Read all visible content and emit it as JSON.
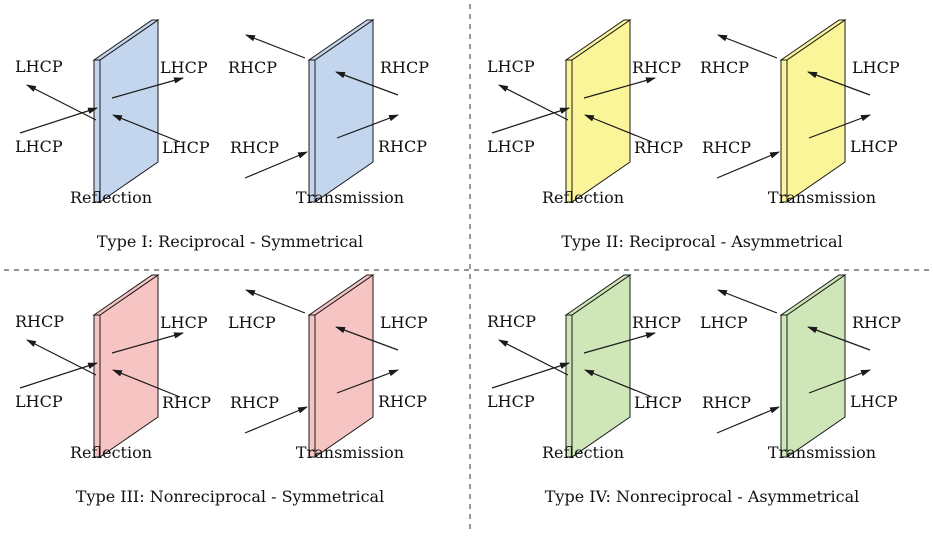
{
  "colors": {
    "blue": "#c4d6ee",
    "yellow": "#fbf59a",
    "red": "#f7c4c4",
    "green": "#cfe6b9",
    "stroke": "#1a1a1a",
    "divider": "#555555"
  },
  "quadrants": [
    {
      "caption": "Type I: Reciprocal - Symmetrical",
      "fill": "blue",
      "reflection": {
        "label": "Reflection",
        "top_left": "LHCP",
        "top_right": "LHCP",
        "bottom_left": "LHCP",
        "bottom_right": "LHCP"
      },
      "transmission": {
        "label": "Transmission",
        "top_left": "RHCP",
        "top_right": "RHCP",
        "bottom_left": "RHCP",
        "bottom_right": "RHCP"
      }
    },
    {
      "caption": "Type II: Reciprocal - Asymmetrical",
      "fill": "yellow",
      "reflection": {
        "label": "Reflection",
        "top_left": "LHCP",
        "top_right": "RHCP",
        "bottom_left": "LHCP",
        "bottom_right": "RHCP"
      },
      "transmission": {
        "label": "Transmission",
        "top_left": "RHCP",
        "top_right": "LHCP",
        "bottom_left": "RHCP",
        "bottom_right": "LHCP"
      }
    },
    {
      "caption": "Type III: Nonreciprocal - Symmetrical",
      "fill": "red",
      "reflection": {
        "label": "Reflection",
        "top_left": "RHCP",
        "top_right": "LHCP",
        "bottom_left": "LHCP",
        "bottom_right": "RHCP"
      },
      "transmission": {
        "label": "Transmission",
        "top_left": "LHCP",
        "top_right": "LHCP",
        "bottom_left": "RHCP",
        "bottom_right": "RHCP"
      }
    },
    {
      "caption": "Type IV: Nonreciprocal - Asymmetrical",
      "fill": "green",
      "reflection": {
        "label": "Reflection",
        "top_left": "RHCP",
        "top_right": "RHCP",
        "bottom_left": "LHCP",
        "bottom_right": "LHCP"
      },
      "transmission": {
        "label": "Transmission",
        "top_left": "LHCP",
        "top_right": "RHCP",
        "bottom_left": "RHCP",
        "bottom_right": "LHCP"
      }
    }
  ]
}
